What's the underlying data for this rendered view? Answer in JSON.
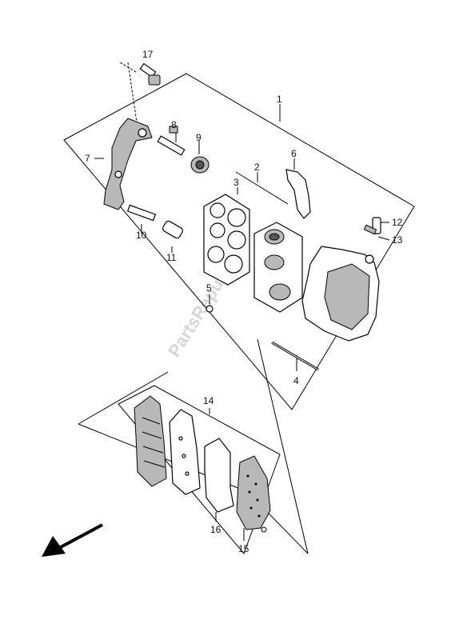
{
  "diagram": {
    "watermark": "PartsRepublik",
    "callouts": {
      "p1": "1",
      "p2": "2",
      "p3": "3",
      "p4": "4",
      "p5": "5",
      "p6": "6",
      "p7": "7",
      "p8": "8",
      "p9": "9",
      "p10": "10",
      "p11": "11",
      "p12": "12",
      "p13": "13",
      "p14": "14",
      "p15": "15",
      "p16": "16",
      "p17": "17"
    },
    "colors": {
      "line": "#000000",
      "shade": "#b8b8b8",
      "watermark": "#d6d6d6"
    }
  }
}
